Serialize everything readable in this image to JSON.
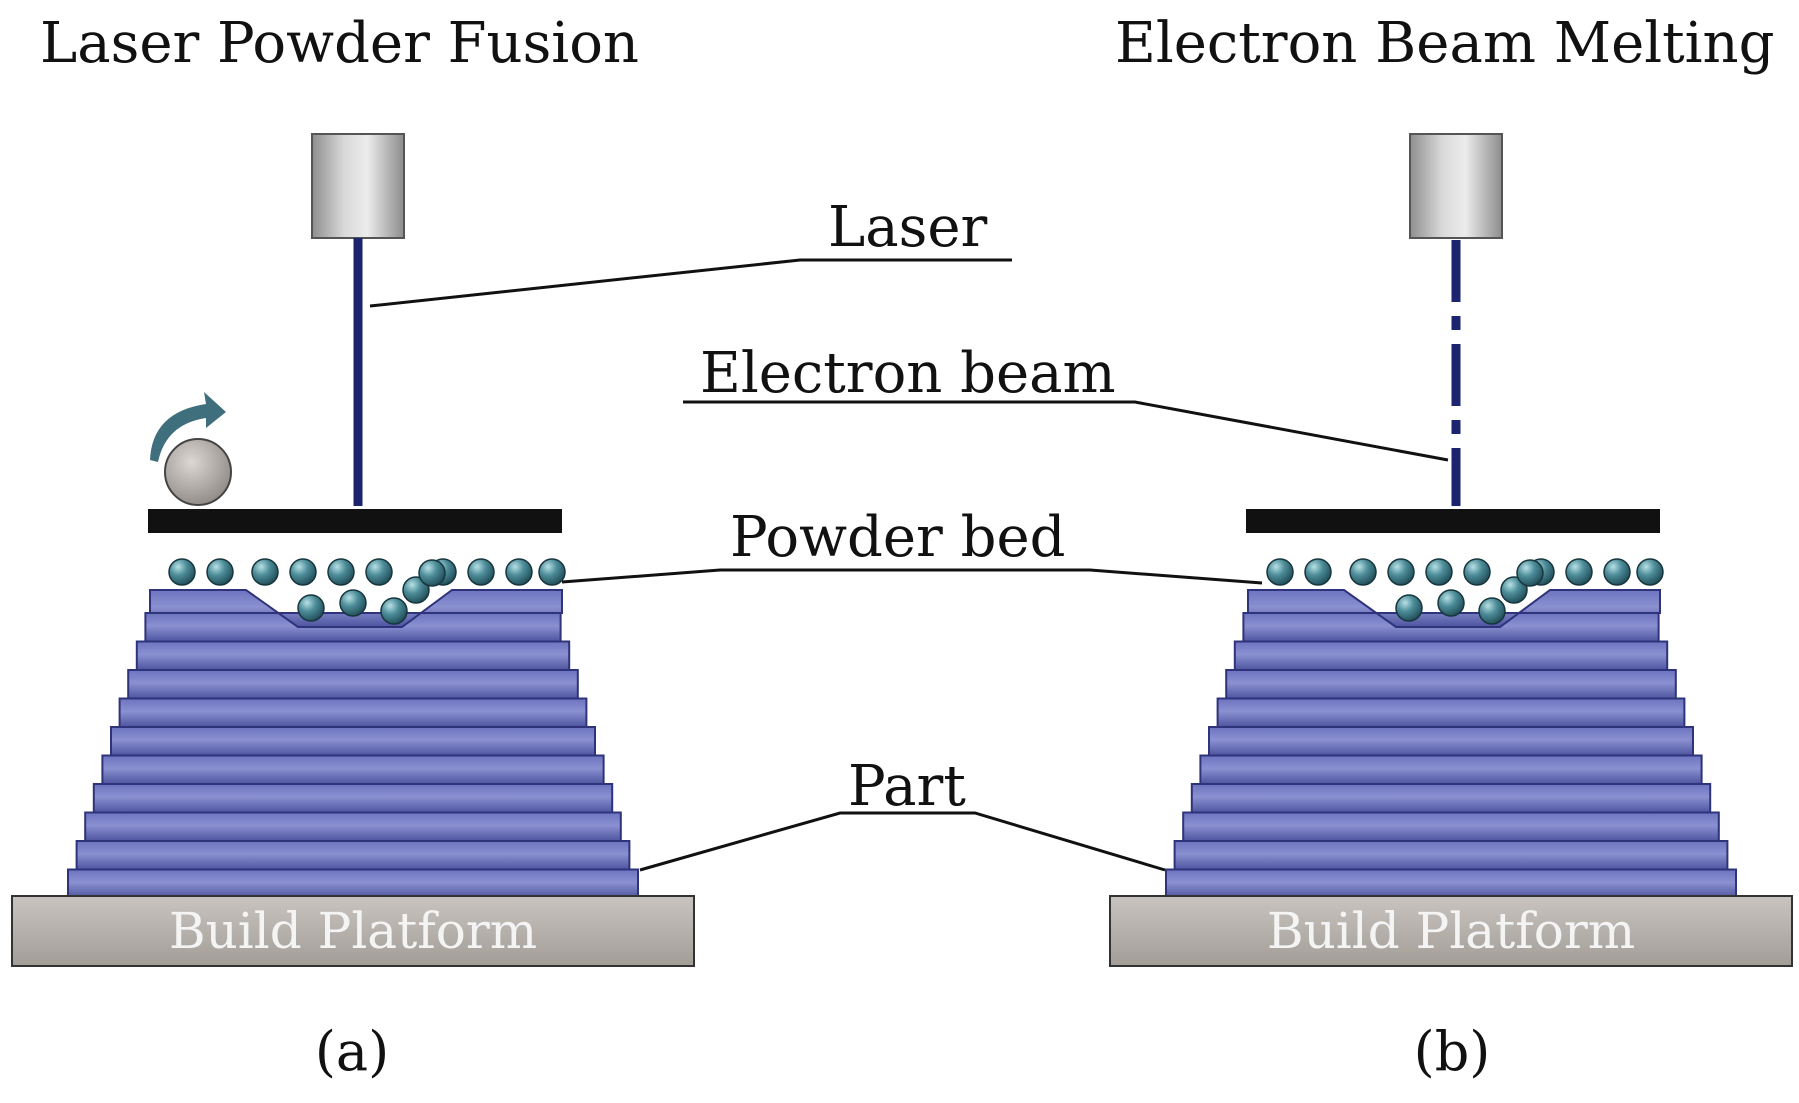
{
  "panels": {
    "a": {
      "title": "Laser Powder Fusion",
      "platform_label": "Build Platform",
      "panel_label": "(a)"
    },
    "b": {
      "title": "Electron Beam Melting",
      "platform_label": "Build Platform",
      "panel_label": "(b)"
    }
  },
  "callouts": {
    "laser": "Laser",
    "electron_beam": "Electron beam",
    "powder_bed": "Powder bed",
    "part": "Part"
  },
  "colors": {
    "part_layer": "#5a62b0",
    "part_layer_dark": "#2f347a",
    "powder_particle": "#3d7b87",
    "beam": "#1c2470",
    "recoater_blade": "#111111",
    "platform": "#b7b1ac",
    "source_housing": "#9a9a9a",
    "roller": "#a8a29d",
    "rotation_arrow": "#3f6f7c"
  },
  "icons": {
    "roller": "recoater-roller-icon",
    "rotation": "rotation-arrow-icon"
  }
}
